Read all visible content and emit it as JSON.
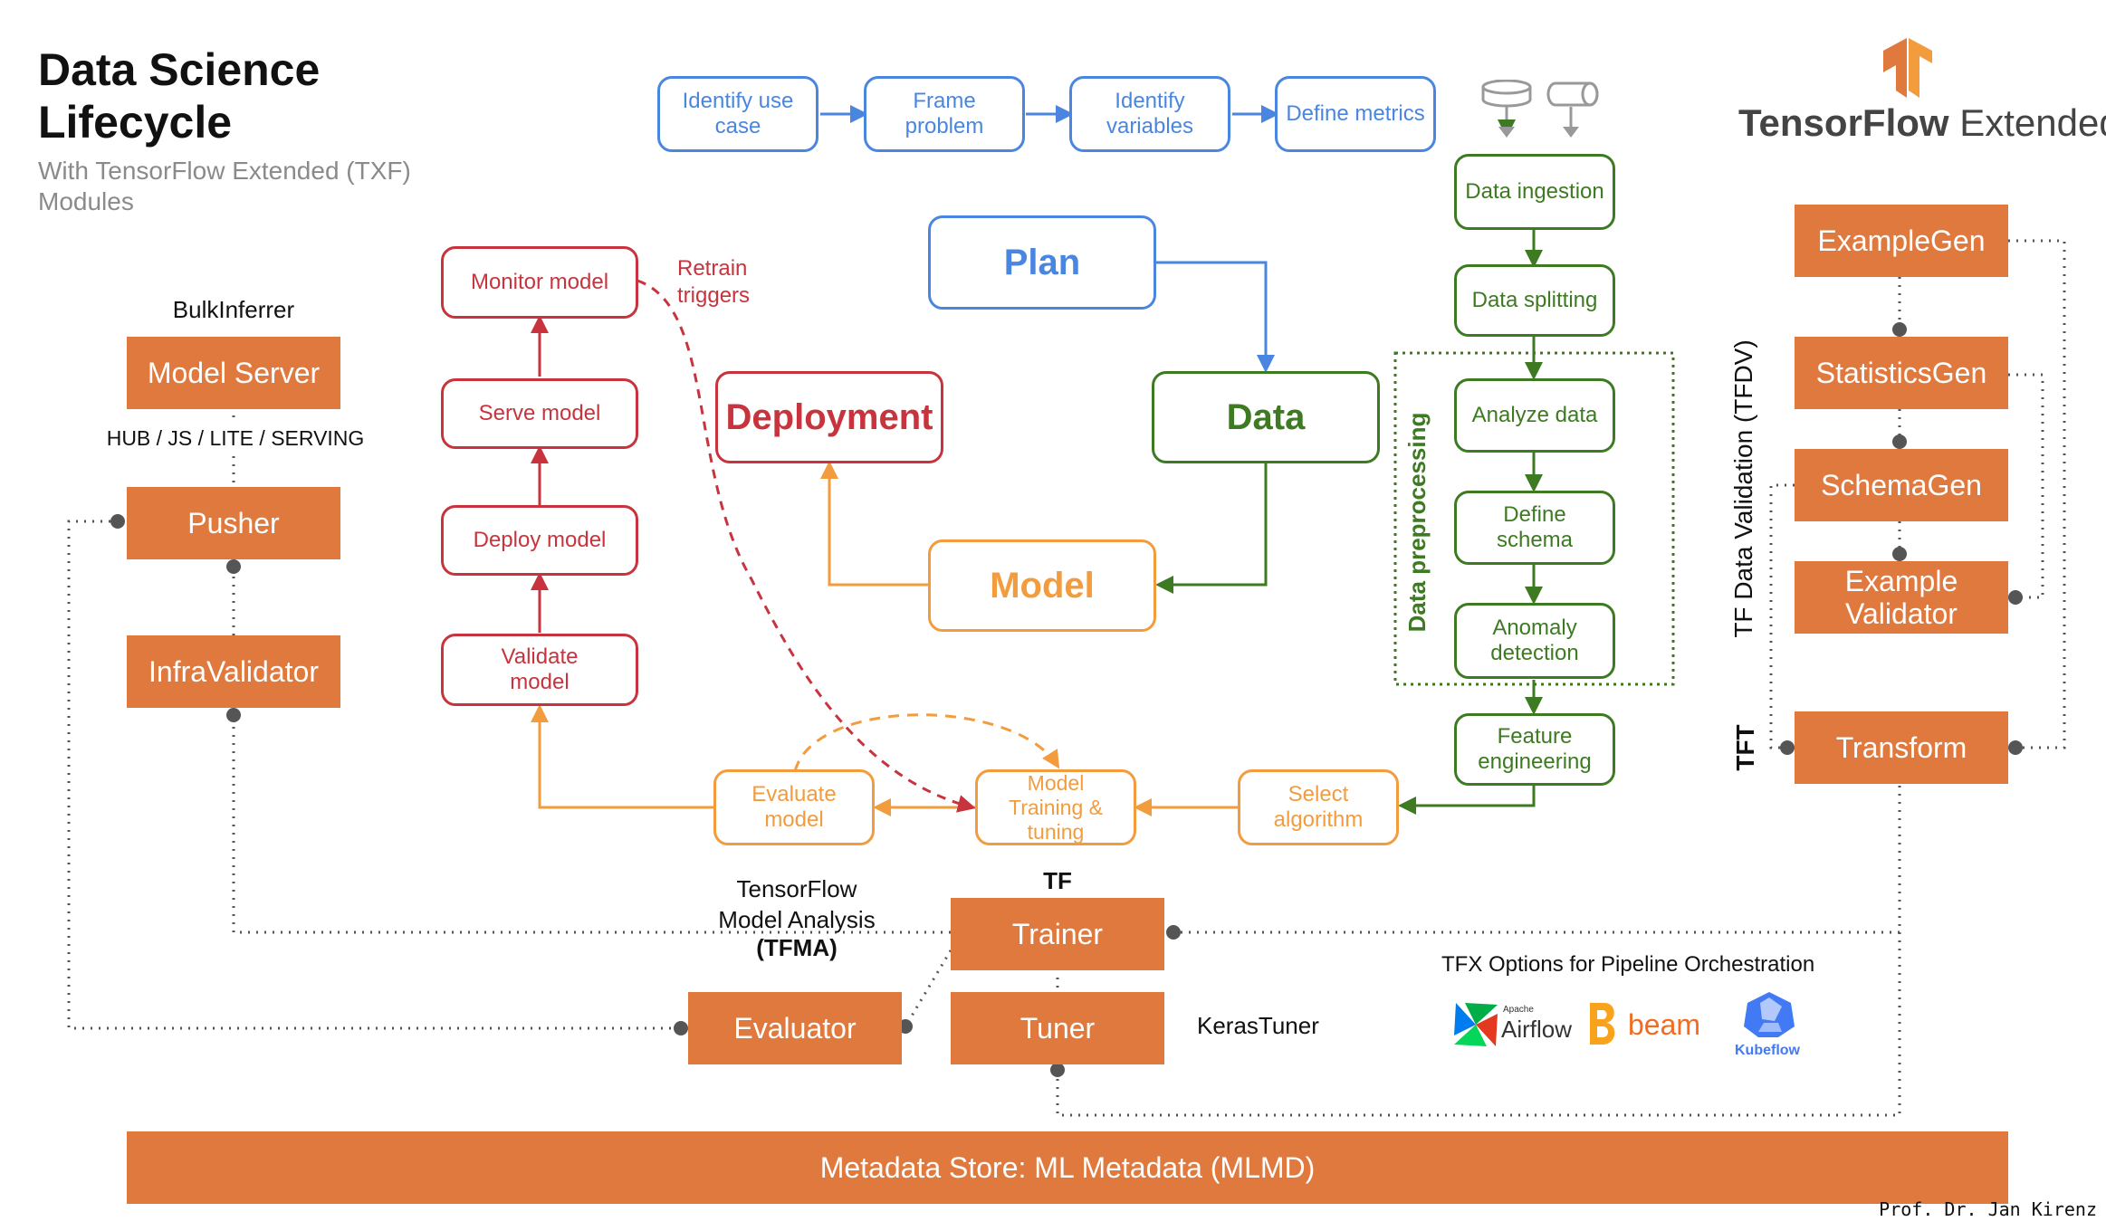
{
  "header": {
    "title": "Data Science\nLifecycle",
    "subtitle": "With TensorFlow Extended (TXF)\nModules"
  },
  "brand": {
    "tensorflow": "TensorFlow",
    "extended": "Extended"
  },
  "plan_steps": [
    "Identify use\ncase",
    "Frame\nproblem",
    "Identify\nvariables",
    "Define metrics"
  ],
  "phases": {
    "plan": "Plan",
    "data": "Data",
    "model": "Model",
    "deployment": "Deployment"
  },
  "data_steps": {
    "ingestion": "Data ingestion",
    "splitting": "Data splitting",
    "analyze": "Analyze data",
    "schema": "Define\nschema",
    "anomaly": "Anomaly\ndetection",
    "feature": "Feature\nengineering",
    "preprocessing_label": "Data preprocessing"
  },
  "model_steps": {
    "select": "Select\nalgorithm",
    "training": "Model\nTraining &\ntuning",
    "evaluate": "Evaluate\nmodel"
  },
  "deploy_steps": {
    "validate": "Validate\nmodel",
    "deploy": "Deploy model",
    "serve": "Serve model",
    "monitor": "Monitor model",
    "retrain": "Retrain\ntriggers"
  },
  "tfx_components": {
    "examplegen": "ExampleGen",
    "statisticsgen": "StatisticsGen",
    "schemagen": "SchemaGen",
    "examplevalidator": "Example\nValidator",
    "transform": "Transform",
    "trainer": "Trainer",
    "tuner": "Tuner",
    "evaluator": "Evaluator",
    "infravalidator": "InfraValidator",
    "pusher": "Pusher",
    "modelserver": "Model Server",
    "metadata": "Metadata Store: ML Metadata (MLMD)"
  },
  "labels": {
    "bulkinferrer": "BulkInferrer",
    "serving": "HUB / JS / LITE / SERVING",
    "tfdv": "TF Data Validation (TFDV)",
    "tft": "TFT",
    "tf": "TF",
    "tfma": "TensorFlow\nModel Analysis",
    "tfma_abbr": "(TFMA)",
    "kerastuner": "KerasTuner",
    "orchestration": "TFX Options for Pipeline Orchestration",
    "author": "Prof. Dr. Jan Kirenz"
  },
  "orchestrators": {
    "airflow_small": "Apache",
    "airflow": "Airflow",
    "beam": "beam",
    "kubeflow": "Kubeflow"
  },
  "colors": {
    "plan": "#4a86e0",
    "data": "#3d7a22",
    "model": "#f29c3d",
    "deployment": "#c7343d",
    "tfx": "#e0793d"
  }
}
